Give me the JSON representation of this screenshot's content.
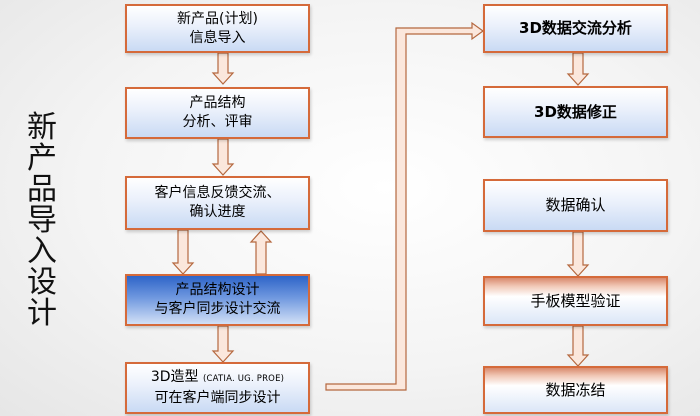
{
  "title_chars": [
    "新",
    "产",
    "品",
    "导",
    "入",
    "设",
    "计"
  ],
  "left_column": {
    "box1": {
      "line1": "新产品(计划)",
      "line2": "信息导入"
    },
    "box2": {
      "line1": "产品结构",
      "line2": "分析、评审"
    },
    "box3": {
      "line1": "客户信息反馈交流、",
      "line2": "确认进度"
    },
    "box4": {
      "line1": "产品结构设计",
      "line2": "与客户同步设计交流"
    },
    "box5": {
      "line1_main": "3D造型",
      "line1_small": "(CATIA. UG. PROE)",
      "line2": "可在客户端同步设计"
    }
  },
  "right_column": {
    "box1": "3D数据交流分析",
    "box2": "3D数据修正",
    "box3": "数据确认",
    "box4": "手板模型验证",
    "box5": "数据冻结"
  },
  "colors": {
    "box_border": "#d56a3a",
    "arrow_fill": "#fbe7dc",
    "arrow_stroke": "#b5683f",
    "box_gradient_bottom": "#c9daf4",
    "blue_gradient_top": "#2e64c8"
  }
}
